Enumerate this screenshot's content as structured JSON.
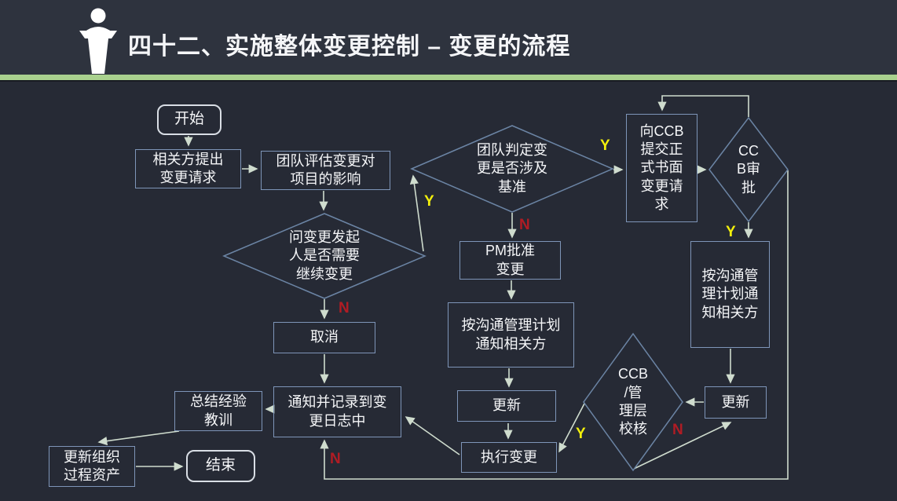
{
  "header": {
    "title": "四十二、实施整体变更控制 – 变更的流程",
    "icon": "podium-speaker-icon"
  },
  "colors": {
    "bg_body": "#262a35",
    "bg_header": "#2e333e",
    "accent_green": "#a9d18e",
    "text": "#f5f6f8",
    "box_border": "#7e95b8",
    "diamond_border": "#6b84a4",
    "terminal_border": "#d9dee5",
    "arrow": "#cfdcce",
    "yes_color": "#f2ef0c",
    "no_color": "#b01c24"
  },
  "nodes": {
    "start": "开始",
    "stakeholder_request": "相关方提出\n变更请求",
    "team_assess_impact": "团队评估变更对\n项目的影响",
    "ask_initiator_continue": "问变更发起\n人是否需要\n继续变更",
    "cancel": "取消",
    "notify_record_log": "通知并记录到变\n更日志中",
    "summarize_lessons": "总结经验\n教训",
    "update_opa": "更新组织\n过程资产",
    "end": "结束",
    "team_judge_baseline": "团队判定变\n更是否涉及\n基准",
    "pm_approve_change": "PM批准\n变更",
    "notify_stakeholders_mid": "按沟通管理计划\n通知相关方",
    "update_mid": "更新",
    "execute_change": "执行变更",
    "submit_ccb_request": "向CCB\n提交正\n式书面\n变更请\n求",
    "ccb_review": "CC\nB审\n批",
    "notify_stakeholders_right": "按沟通管\n理计划通\n知相关方",
    "update_right": "更新",
    "ccb_mgmt_verify": "CCB\n/管\n理层\n校核"
  },
  "edges": [
    {
      "from": "start",
      "to": "stakeholder_request",
      "label": ""
    },
    {
      "from": "stakeholder_request",
      "to": "team_assess_impact",
      "label": ""
    },
    {
      "from": "team_assess_impact",
      "to": "ask_initiator_continue",
      "label": ""
    },
    {
      "from": "ask_initiator_continue",
      "to": "cancel",
      "label": "N"
    },
    {
      "from": "ask_initiator_continue",
      "to": "team_judge_baseline",
      "label": "Y"
    },
    {
      "from": "cancel",
      "to": "notify_record_log",
      "label": ""
    },
    {
      "from": "team_judge_baseline",
      "to": "submit_ccb_request",
      "label": "Y"
    },
    {
      "from": "team_judge_baseline",
      "to": "pm_approve_change",
      "label": "N"
    },
    {
      "from": "pm_approve_change",
      "to": "notify_stakeholders_mid",
      "label": ""
    },
    {
      "from": "notify_stakeholders_mid",
      "to": "update_mid",
      "label": ""
    },
    {
      "from": "update_mid",
      "to": "execute_change",
      "label": ""
    },
    {
      "from": "execute_change",
      "to": "notify_record_log",
      "label": ""
    },
    {
      "from": "notify_record_log",
      "to": "summarize_lessons",
      "label": ""
    },
    {
      "from": "summarize_lessons",
      "to": "update_opa",
      "label": ""
    },
    {
      "from": "update_opa",
      "to": "end",
      "label": ""
    },
    {
      "from": "submit_ccb_request",
      "to": "ccb_review",
      "label": ""
    },
    {
      "from": "ccb_review",
      "to": "submit_ccb_request",
      "label": ""
    },
    {
      "from": "ccb_review",
      "to": "notify_stakeholders_right",
      "label": "Y"
    },
    {
      "from": "ccb_review",
      "to": "notify_record_log",
      "label": "N"
    },
    {
      "from": "notify_stakeholders_right",
      "to": "update_right",
      "label": ""
    },
    {
      "from": "update_right",
      "to": "ccb_mgmt_verify",
      "label": ""
    },
    {
      "from": "ccb_mgmt_verify",
      "to": "update_right",
      "label": "N"
    },
    {
      "from": "ccb_mgmt_verify",
      "to": "execute_change",
      "label": "Y"
    }
  ]
}
